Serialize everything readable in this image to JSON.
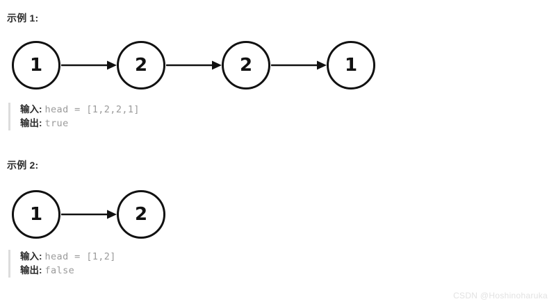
{
  "colors": {
    "background": "#ffffff",
    "node_stroke": "#111111",
    "arrow": "#111111",
    "heading_text": "#2b2b2b",
    "code_text": "#9a9a9a",
    "quote_bar": "#dcdcdc",
    "watermark": "#e2e2e2"
  },
  "examples": [
    {
      "heading": "示例 1:",
      "nodes": [
        {
          "value": "1"
        },
        {
          "value": "2"
        },
        {
          "value": "2"
        },
        {
          "value": "1"
        }
      ],
      "input_label": "输入",
      "input_code": "head = [1,2,2,1]",
      "output_label": "输出",
      "output_code": "true"
    },
    {
      "heading": "示例 2:",
      "nodes": [
        {
          "value": "1"
        },
        {
          "value": "2"
        }
      ],
      "input_label": "输入",
      "input_code": "head = [1,2]",
      "output_label": "输出",
      "output_code": "false"
    }
  ],
  "separator": ":",
  "watermark": "CSDN @Hoshinoharuka"
}
